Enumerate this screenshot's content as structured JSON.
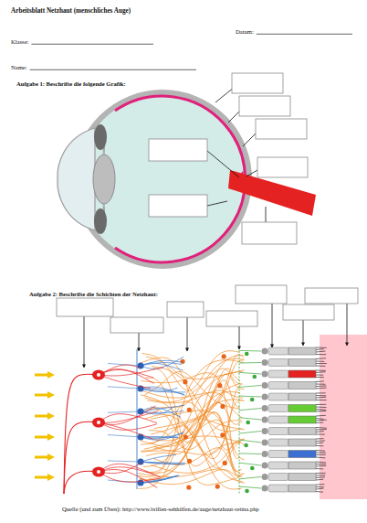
{
  "diagram": {
    "title": "Arbeitsblatt Netzhaut (menschliches Auge)",
    "labels": [
      "Datum:",
      "Klasse:",
      "Name:",
      "Aufgabe 1: Beschrifte die folgende Grafik:",
      "Aufgabe 2: Beschrifte die Schichten der Netzhaut:",
      "Quelle (und zum Üben): http://www.brillen-sehhilfen.de/auge/netzhaut-retina.php"
    ]
  }
}
